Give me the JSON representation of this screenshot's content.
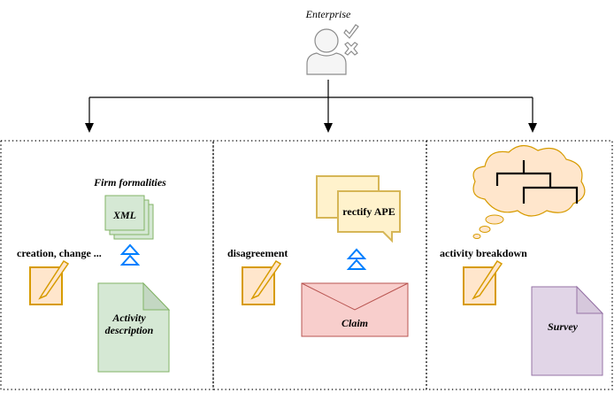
{
  "root": {
    "label": "Enterprise",
    "icon": "user-check-cross-icon"
  },
  "columns": [
    {
      "id": "formalities",
      "trigger_label": "creation, change ...",
      "trigger_icon": "edit-pencil-icon",
      "source_doc": {
        "label_line1": "Activity",
        "label_line2": "description",
        "icon": "document-icon",
        "color": "#d5e8d4",
        "stroke": "#82b366"
      },
      "target": {
        "caption": "Firm formalities",
        "label": "XML",
        "icon": "stacked-pages-icon",
        "color": "#d5e8d4",
        "stroke": "#82b366"
      }
    },
    {
      "id": "disagreement",
      "trigger_label": "disagreement",
      "trigger_icon": "edit-pencil-icon",
      "source_doc": {
        "label": "Claim",
        "icon": "envelope-icon",
        "color": "#f8cecc",
        "stroke": "#b85450"
      },
      "target": {
        "label": "rectify APE",
        "icon": "speech-bubbles-icon",
        "color": "#fff2cc",
        "stroke": "#d6b656"
      }
    },
    {
      "id": "breakdown",
      "trigger_label": "activity breakdown",
      "trigger_icon": "edit-pencil-icon",
      "source_doc": {
        "label": "Survey",
        "icon": "document-icon",
        "color": "#e1d5e7",
        "stroke": "#9673a6"
      },
      "target": {
        "icon": "thought-cloud-tree-icon",
        "color": "#ffe6cc",
        "stroke": "#d79b00"
      }
    }
  ],
  "colors": {
    "pencil_fill": "#ffe6cc",
    "pencil_stroke": "#d79b00",
    "transform_arrow": "#007fff",
    "connector": "#000000",
    "icon_gray": "#8c8c8c"
  }
}
